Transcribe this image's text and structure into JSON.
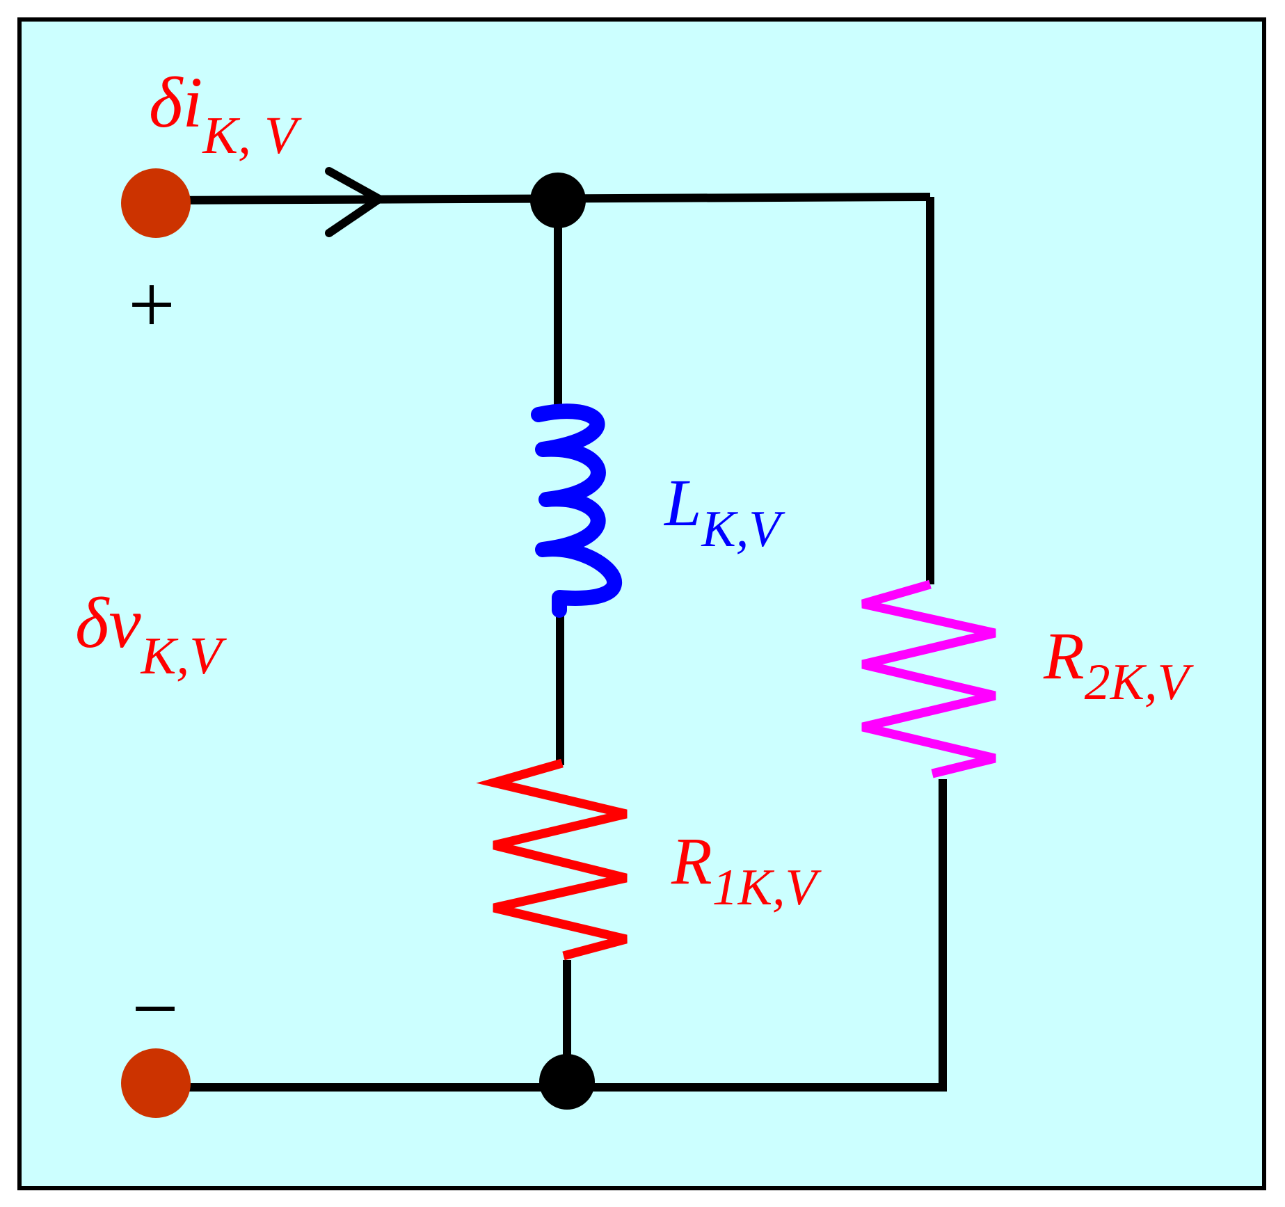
{
  "colors": {
    "panel": "#ccffff",
    "border": "#000000",
    "wire": "#000000",
    "terminal": "#cc3300",
    "current_label": "#ff0000",
    "voltage_label": "#ff0000",
    "inductor": "#0000ff",
    "r1": "#ff0000",
    "r2": "#ff00ff"
  },
  "labels": {
    "current": {
      "main": "δi",
      "sub": "K, V"
    },
    "voltage": {
      "main": "δv",
      "sub": "K,V"
    },
    "inductor": {
      "main": "L",
      "sub": "K,V"
    },
    "r1": {
      "main": "R",
      "sub": "1K,V"
    },
    "r2": {
      "main": "R",
      "sub": "2K,V"
    },
    "plus": "+",
    "minus": "−"
  }
}
